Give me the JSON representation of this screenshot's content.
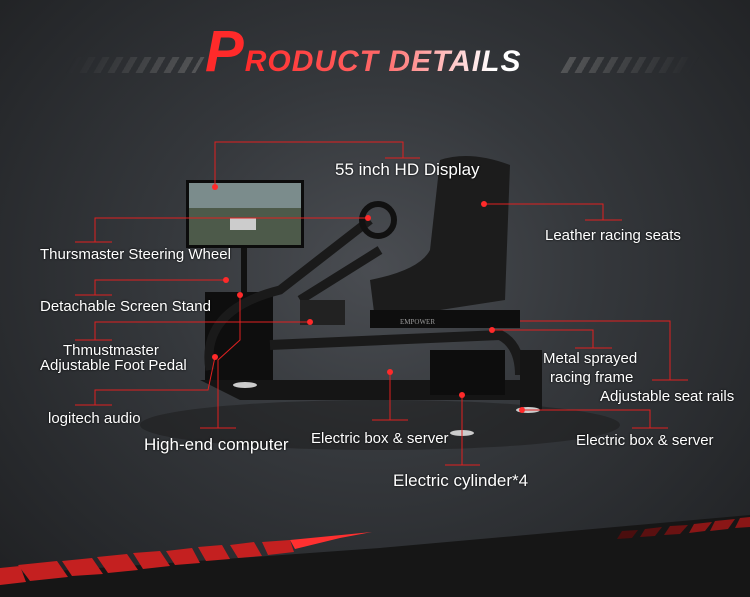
{
  "title": {
    "first_letter": "P",
    "rest": "RODUCT DETAILS"
  },
  "colors": {
    "accent": "#ff2a2a",
    "leader": "#e02020",
    "background": "#35383c"
  },
  "labels": {
    "display": "55 inch HD Display",
    "steering": "Thursmaster Steering Wheel",
    "seats": "Leather racing seats",
    "stand": "Detachable Screen Stand",
    "pedal_line1": "Thmustmaster",
    "pedal_line2": "Adjustable Foot Pedal",
    "audio": "logitech audio",
    "computer": "High-end computer",
    "ebox_center": "Electric box & server",
    "cylinder": "Electric cylinder*4",
    "frame_line1": "Metal sprayed",
    "frame_line2": "racing frame",
    "rails": "Adjustable seat rails",
    "ebox_right": "Electric box & server"
  },
  "product": {
    "seat_brand": "EMPOWER"
  }
}
